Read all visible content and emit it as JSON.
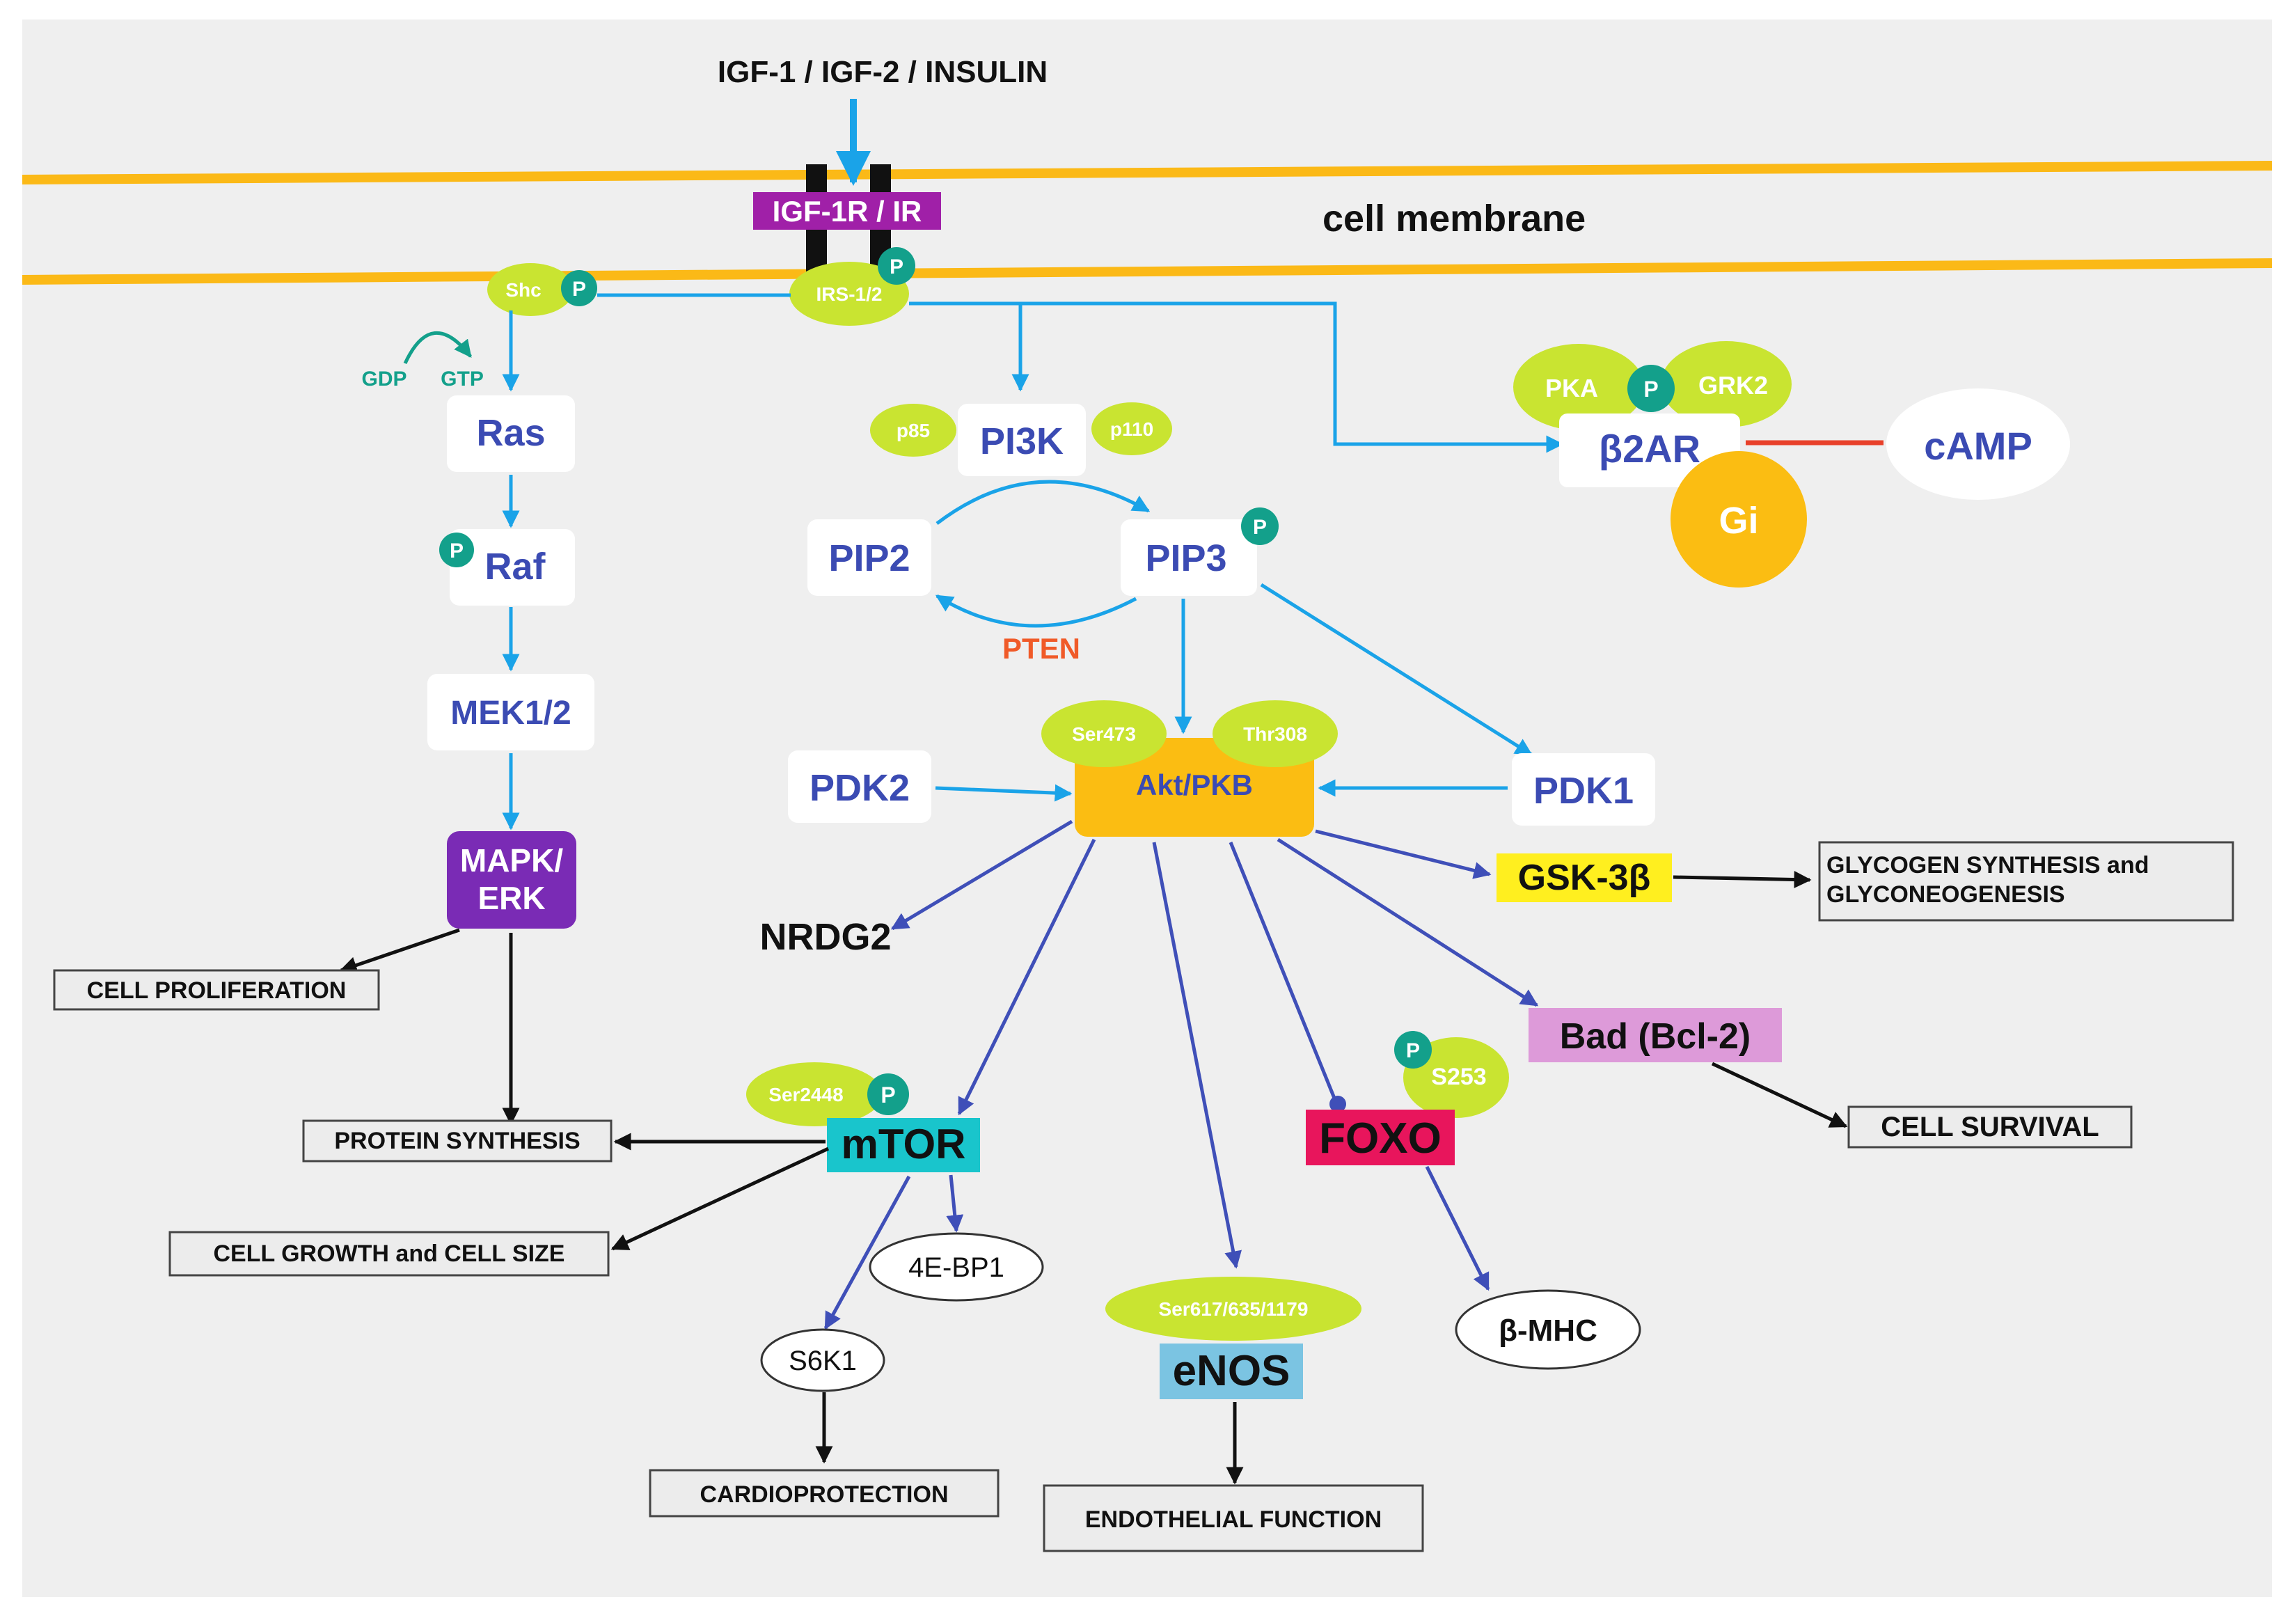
{
  "ligand": "IGF-1 / IGF-2 / INSULIN",
  "receptor": "IGF-1R / IR",
  "membrane_label": "cell membrane",
  "shc": "Shc",
  "irs": "IRS-1/2",
  "p": "P",
  "gdp": "GDP",
  "gtp": "GTP",
  "ras": "Ras",
  "raf": "Raf",
  "mek": "MEK1/2",
  "mapk_line1": "MAPK/",
  "mapk_line2": "ERK",
  "cell_proliferation": "CELL PROLIFERATION",
  "protein_synthesis": "PROTEIN SYNTHESIS",
  "cell_growth": "CELL GROWTH and CELL SIZE",
  "p85": "p85",
  "pi3k": "PI3K",
  "p110": "p110",
  "pip2": "PIP2",
  "pip3": "PIP3",
  "pten": "PTEN",
  "pka": "PKA",
  "grk2": "GRK2",
  "b2ar": "β2AR",
  "camp": "cAMP",
  "gi": "Gi",
  "ser473": "Ser473",
  "thr308": "Thr308",
  "akt": "Akt/PKB",
  "pdk2": "PDK2",
  "pdk1": "PDK1",
  "gsk": "GSK-3β",
  "glycogen_line1": "GLYCOGEN SYNTHESIS and",
  "glycogen_line2": "GLYCONEOGENESIS",
  "nrdg2": "NRDG2",
  "bad": "Bad (Bcl-2)",
  "cell_survival": "CELL SURVIVAL",
  "ser2448": "Ser2448",
  "mtor": "mTOR",
  "s253": "S253",
  "foxo": "FOXO",
  "ebp1": "4E-BP1",
  "s6k1": "S6K1",
  "ser617": "Ser617/635/1179",
  "enos": "eNOS",
  "bmhc": "β-MHC",
  "cardioprotection": "CARDIOPROTECTION",
  "endothelial": "ENDOTHELIAL FUNCTION",
  "colors": {
    "background": "#efefef",
    "membrane": "#fbb917",
    "cyan_arrow": "#1aa3e8",
    "blue_arrow": "#3f4fb8",
    "protein_text": "#3b4bb3",
    "phospho": "#13a08b",
    "lime": "#c9e431",
    "akt": "#fbbd12",
    "mapk": "#7a2bb5",
    "receptor": "#a020a8",
    "pten": "#f05a28",
    "gsk": "#ffef1f",
    "bad": "#dd9ad9",
    "mtor": "#19c5cc",
    "foxo": "#e8155c",
    "enos": "#7bc4e2",
    "gi": "#fbbd12",
    "inhibit_line": "#e8402a"
  }
}
